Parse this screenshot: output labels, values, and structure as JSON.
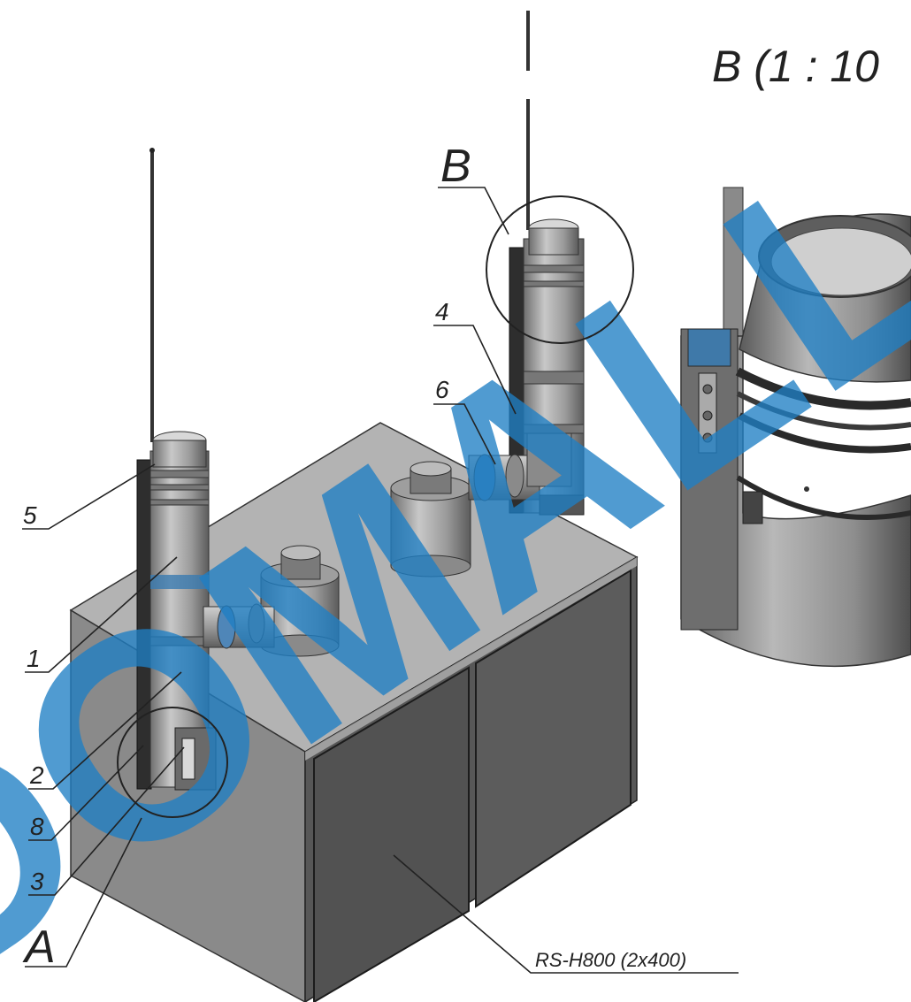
{
  "view_title": "B (1 : 10",
  "detail_labels": {
    "a": "A",
    "b": "B"
  },
  "callouts": {
    "item_1": "1",
    "item_2": "2",
    "item_3": "3",
    "item_4": "4",
    "item_5": "5",
    "item_6": "6",
    "item_8": "8"
  },
  "model_label": "RS-H800 (2x400)",
  "watermark": "DOMALL",
  "colors": {
    "cabinet_top": "#b4b4b4",
    "cabinet_front": "#5a5a5a",
    "cabinet_side": "#848484",
    "pipe": "#9c9c9c",
    "frame": "#2e2e2e",
    "watermark": "#1f7fc4"
  },
  "icons": {
    "cabinet": "cabinet-illustration",
    "chimney": "chimney-pipe-illustration",
    "detail": "detail-circle"
  }
}
